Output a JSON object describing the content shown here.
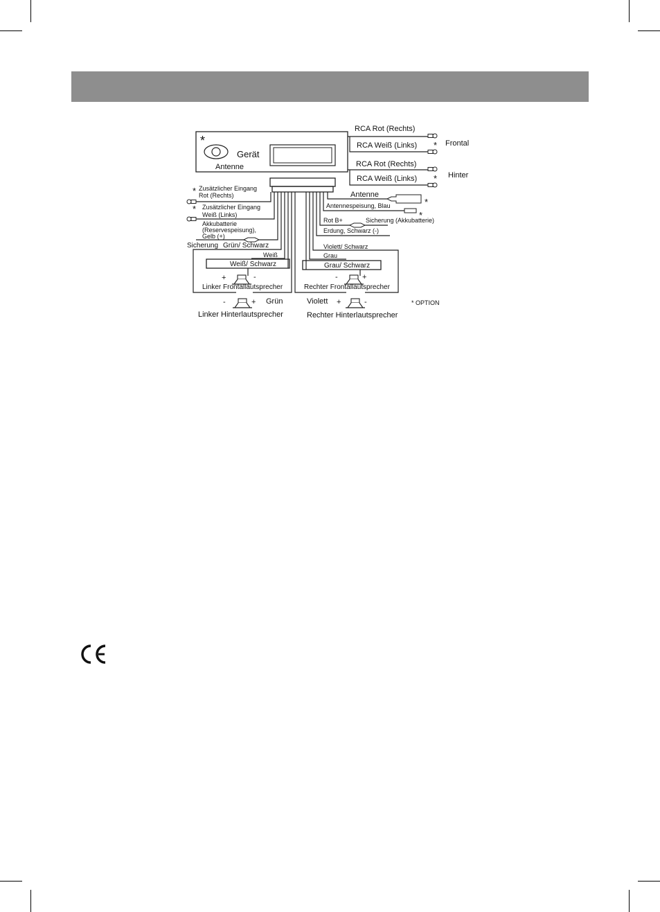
{
  "diagram": {
    "unit": {
      "label": "Gerät",
      "antenna_label": "Antenne",
      "option_star": "*"
    },
    "rca": {
      "front_right": "RCA Rot (Rechts)",
      "front_left": "RCA Weiß (Links)",
      "front_group": "Frontal",
      "rear_right": "RCA Rot (Rechts)",
      "rear_left": "RCA Weiß (Links)",
      "rear_group": "Hinter"
    },
    "aux": {
      "right_line1": "Zusätzlicher Eingang",
      "right_line2": "Rot (Rechts)",
      "left_line1": "Zusätzlicher Eingang",
      "left_line2": "Weiß (Links)"
    },
    "battery": {
      "line1": "Akkubatterie",
      "line2": "(Reservespeisung),",
      "line3": "Gelb (+)"
    },
    "fuse_left": "Sicherung",
    "gruen_schwarz": "Grün/ Schwarz",
    "weiss": "Weiß",
    "weiss_schwarz": "Weiß/ Schwarz",
    "front_left_speaker": "Linker Frontallautsprecher",
    "gruen": "Grün",
    "rear_left_speaker": "Linker Hinterlautsprecher",
    "antenne": "Antenne",
    "antennenspeisung": "Antennespeisung, Blau",
    "rot_b": "Rot B+",
    "fuse_battery": "Sicherung (Akkubatterie)",
    "erdung": "Erdung, Schwarz (-)",
    "violett_schwarz": "Violett/ Schwarz",
    "grau": "Grau",
    "grau_schwarz": "Grau/ Schwarz",
    "front_right_speaker": "Rechter Frontallautsprecher",
    "violett": "Violett",
    "rear_right_speaker": "Rechter Hinterlautsprecher",
    "plus": "+",
    "minus": "-",
    "option_note": "* OPTION"
  },
  "ce_mark": "CE",
  "colors": {
    "header_bar": "#8e8e8e"
  }
}
